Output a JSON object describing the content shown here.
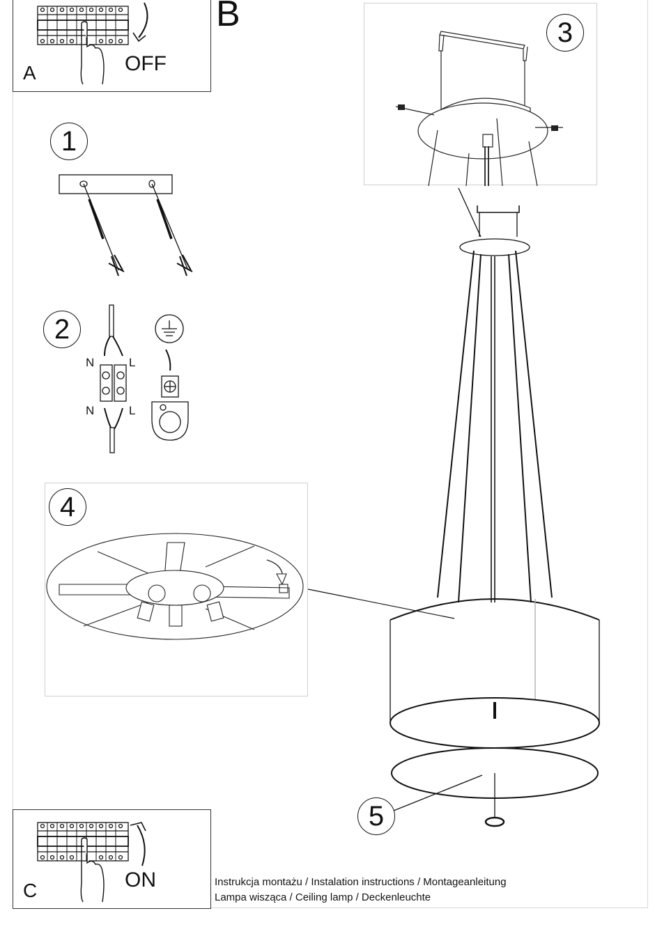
{
  "document": {
    "type": "assembly-instructions",
    "caption": {
      "line1": "Instrukcja montażu / Instalation instructions / Montageanleitung",
      "line2": "Lampa wisząca / Ceiling lamp / Deckenleuchte"
    }
  },
  "panels": {
    "a": {
      "letter": "A",
      "action": "OFF",
      "icon": "circuit-breaker-icon"
    },
    "b": {
      "letter": "B"
    },
    "c": {
      "letter": "C",
      "action": "ON",
      "icon": "circuit-breaker-icon"
    }
  },
  "steps": [
    {
      "number": "1",
      "description": "ceiling-mount-drilling"
    },
    {
      "number": "2",
      "description": "wiring-connection",
      "labels": {
        "neutral_top": "N",
        "live_top": "L",
        "neutral_bottom": "N",
        "live_bottom": "L"
      },
      "icon": "ground-earth-icon"
    },
    {
      "number": "3",
      "description": "canopy-bracket-mount"
    },
    {
      "number": "4",
      "description": "lamp-holder-frame"
    },
    {
      "number": "5",
      "description": "diffuser-attachment"
    }
  ]
}
